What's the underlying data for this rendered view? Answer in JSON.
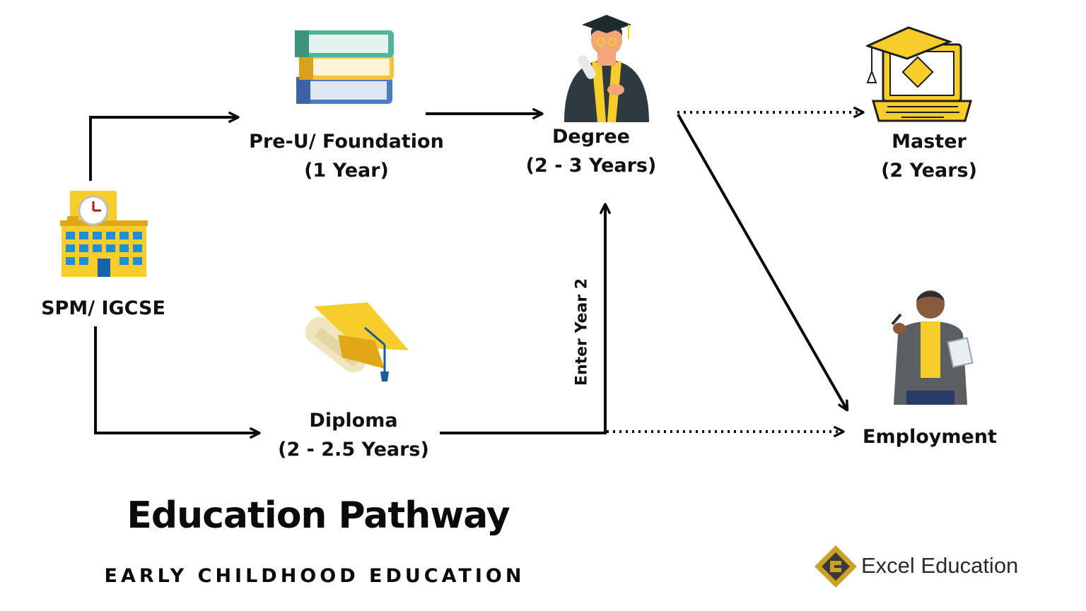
{
  "nodes": {
    "spm": {
      "line1": "SPM/ IGCSE"
    },
    "preu": {
      "line1": "Pre-U/ Foundation",
      "line2": "(1 Year)"
    },
    "degree": {
      "line1": "Degree",
      "line2": "(2 - 3 Years)"
    },
    "master": {
      "line1": "Master",
      "line2": "(2 Years)"
    },
    "diploma": {
      "line1": "Diploma",
      "line2": "(2 - 2.5 Years)"
    },
    "employment": {
      "line1": "Employment"
    }
  },
  "edge_labels": {
    "enter_year_2": "Enter Year 2"
  },
  "title": "Education Pathway",
  "subtitle": "EARLY CHILDHOOD EDUCATION",
  "brand": {
    "name": "Excel Education"
  },
  "colors": {
    "yellow": "#f6cd2a",
    "yellow_dark": "#e0a816",
    "blue": "#1e8fd6",
    "teal": "#4fb59b",
    "arrow": "#0a0a0a",
    "brand_gold": "#c9a227",
    "brand_dark": "#3a3a3a"
  },
  "icons": {
    "spm": "school-building-icon",
    "preu": "book-stack-icon",
    "degree": "graduate-icon",
    "master": "laptop-mortarboard-icon",
    "diploma": "graduation-cap-diploma-icon",
    "employment": "professional-person-icon",
    "brand": "excel-education-logo-icon"
  }
}
